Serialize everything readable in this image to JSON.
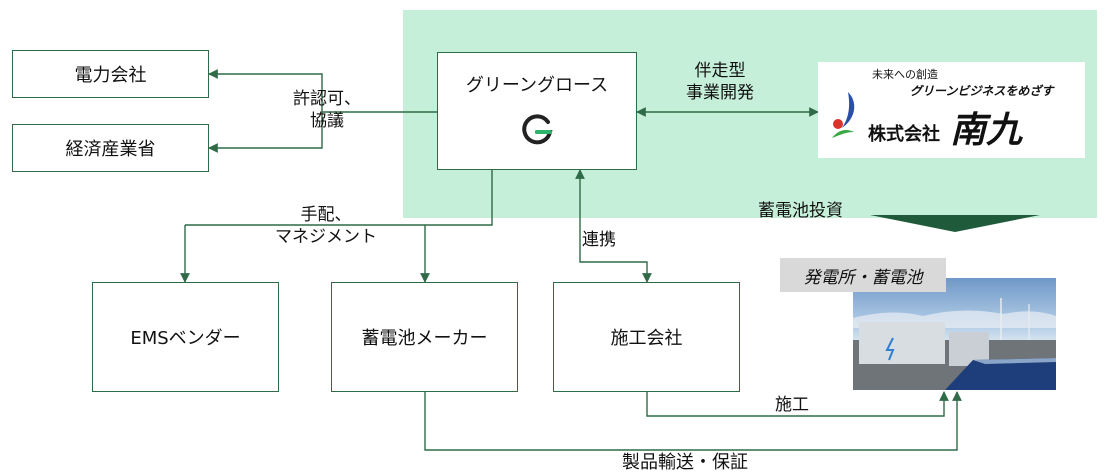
{
  "nodes": {
    "denryoku": "電力会社",
    "keizai": "経済産業省",
    "green_growth": "グリーングロース",
    "ems": "EMSベンダー",
    "battery_maker": "蓄電池メーカー",
    "construction": "施工会社"
  },
  "labels": {
    "permits": [
      "許認可、",
      "協議"
    ],
    "arrange": [
      "手配、",
      "マネジメント"
    ],
    "partnership": [
      "伴走型",
      "事業開発"
    ],
    "cooperation": "連携",
    "investment": "蓄電池投資",
    "construction_work": "施工",
    "transport": "製品輸送・保証"
  },
  "nangu": {
    "tagline": "未来への創造",
    "slogan": "グリーンビジネスをめざす",
    "company": "株式会社",
    "name": "南九"
  },
  "plant": {
    "title": "発電所・蓄電池"
  },
  "colors": {
    "green_area": "#c6efd9",
    "line": "#2f6b47",
    "arrow_dark": "#1f5a3a"
  }
}
